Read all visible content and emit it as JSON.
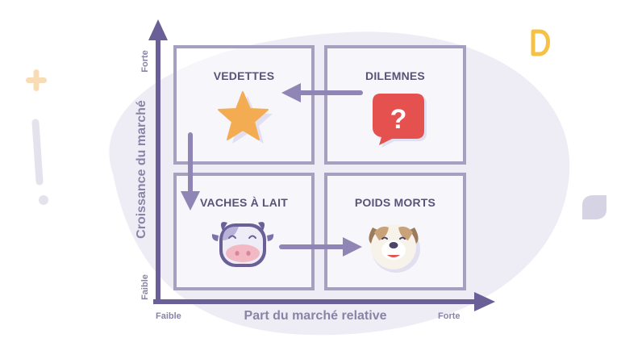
{
  "quadrants": {
    "top_left": {
      "title": "VEDETTES",
      "icon": "star-icon"
    },
    "top_right": {
      "title": "DILEMNES",
      "icon": "question-bubble-icon",
      "symbol": "?"
    },
    "bottom_left": {
      "title": "VACHES À LAIT",
      "icon": "cow-icon"
    },
    "bottom_right": {
      "title": "POIDS MORTS",
      "icon": "dog-icon"
    }
  },
  "axes": {
    "y_label": "Croissance du marché",
    "y_high": "Forte",
    "y_low": "Faible",
    "x_label": "Part du marché relative",
    "x_low": "Faible",
    "x_high": "Forte"
  },
  "colors": {
    "axis": "#6a5f97",
    "quadrant_border": "#a79fbf",
    "arrow": "#8f86b5",
    "star": "#f3ac52",
    "bubble": "#e5514f",
    "background_blob": "#eeedf5",
    "brand_d": "#f6c244"
  }
}
